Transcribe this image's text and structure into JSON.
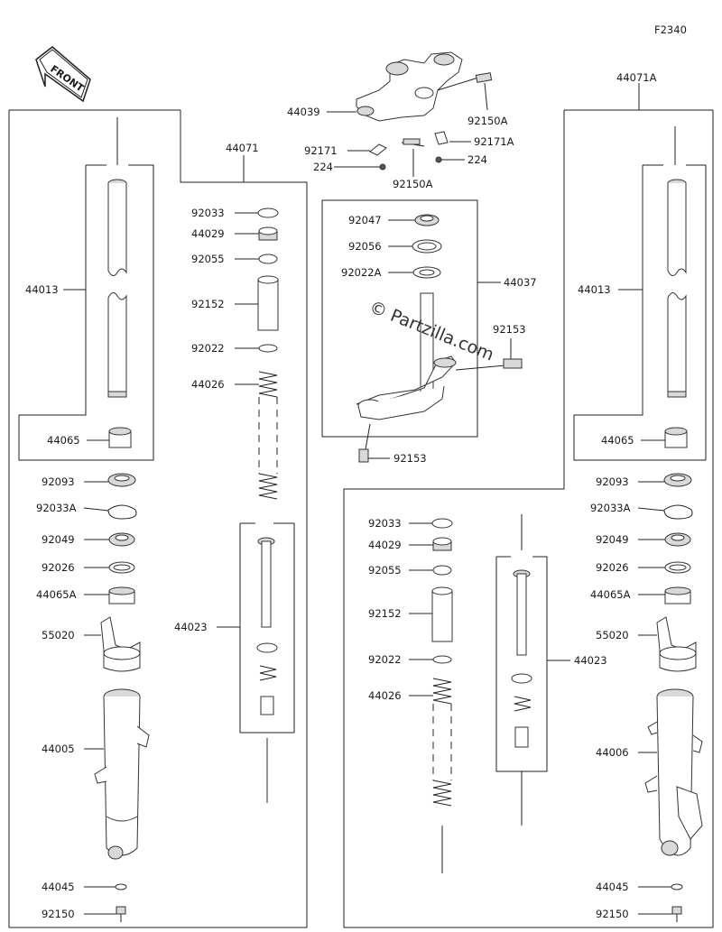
{
  "figure_code": "F2340",
  "front_label": "FRONT",
  "watermark": "© Partzilla.com",
  "labels": {
    "l44013": "44013",
    "l44065": "44065",
    "l92093": "92093",
    "l92033A": "92033A",
    "l92049": "92049",
    "l92026": "92026",
    "l44065A": "44065A",
    "l55020": "55020",
    "l44005": "44005",
    "l44045": "44045",
    "l92150": "92150",
    "l44071": "44071",
    "l92033": "92033",
    "l44029": "44029",
    "l92055": "92055",
    "l92152": "92152",
    "l92022": "92022",
    "l44026": "44026",
    "l44023": "44023",
    "l44039": "44039",
    "l92150A": "92150A",
    "l92171": "92171",
    "l92171A": "92171A",
    "l224": "224",
    "l92047": "92047",
    "l92056": "92056",
    "l92022A": "92022A",
    "l44037": "44037",
    "l92153": "92153",
    "l44071A": "44071A",
    "l44006": "44006"
  }
}
